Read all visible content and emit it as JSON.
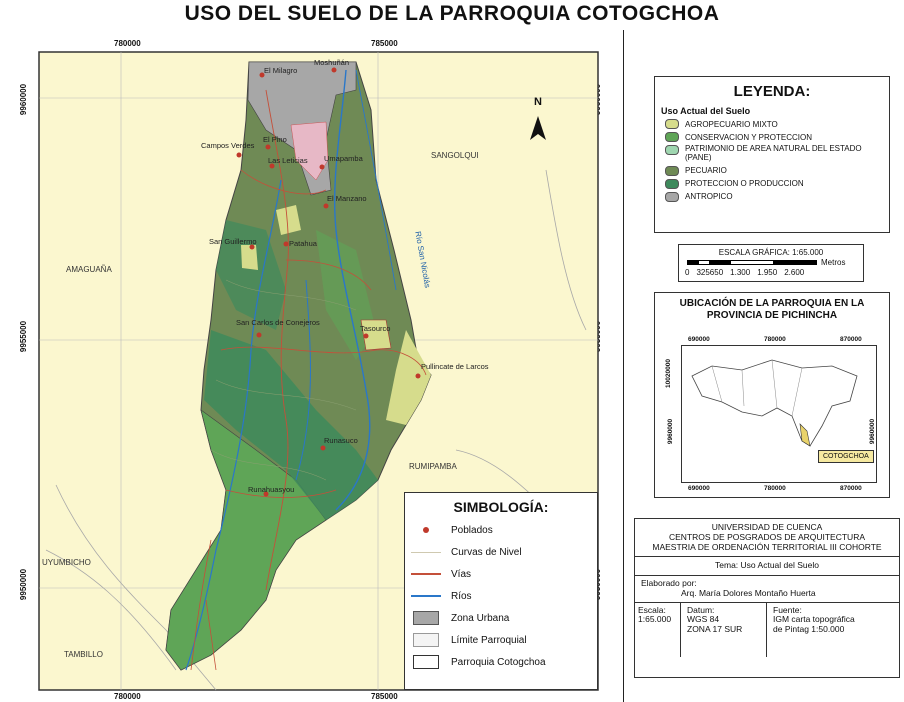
{
  "title": "USO DEL SUELO DE LA PARROQUIA COTOGCHOA",
  "map": {
    "x_ticks": [
      "780000",
      "785000"
    ],
    "y_ticks": [
      "9960000",
      "9955000",
      "9950000"
    ],
    "places": {
      "moshunan": "Moshuñán",
      "el_milagro": "El Milagro",
      "el_pino": "El Pino",
      "campos_verdes": "Campos Verdes",
      "las_leticias": "Las Leticias",
      "umapamba": "Umapamba",
      "el_manzano": "El Manzano",
      "san_guillermo": "San Guillermo",
      "patahua": "Patahua",
      "san_carlos": "San Carlos de Conejeros",
      "tasourco": "Tasourco",
      "pullincate": "Pullincate de Larcos",
      "runasuco": "Runasuco",
      "runahuasyou": "Runahuasyou"
    },
    "regions": {
      "sangolqui": "SANGOLQUI",
      "amaguana": "AMAGUAÑA",
      "rumipamba": "RUMIPAMBA",
      "uyumbicho": "UYUMBICHO",
      "tambillo": "TAMBILLO"
    },
    "river_label": "Río San Nicolás",
    "north_label": "N"
  },
  "simbologia": {
    "title": "SIMBOLOGÍA:",
    "items": [
      "Poblados",
      "Curvas de Nivel",
      "Vías",
      "Ríos",
      "Zona Urbana",
      "Límite Parroquial",
      "Parroquia Cotogchoa"
    ]
  },
  "leyenda": {
    "title": "LEYENDA:",
    "subtitle": "Uso Actual del Suelo",
    "items": [
      {
        "label": "AGROPECUARIO MIXTO",
        "color": "#d6dc8c"
      },
      {
        "label": "CONSERVACION Y PROTECCION",
        "color": "#5fa557"
      },
      {
        "label": "PATRIMONIO DE AREA NATURAL DEL ESTADO (PANE)",
        "color": "#9fd6b0"
      },
      {
        "label": "PECUARIO",
        "color": "#6f8a55"
      },
      {
        "label": "PROTECCION O PRODUCCION",
        "color": "#3e8a5c"
      },
      {
        "label": "ANTROPICO",
        "color": "#a7a7a7"
      }
    ]
  },
  "escala": {
    "title": "ESCALA GRÁFICA: 1:65.000",
    "unit": "Metros",
    "ticks": [
      "0",
      "325650",
      "1.300",
      "1.950",
      "2.600"
    ]
  },
  "ubicacion": {
    "title": "UBICACIÓN DE LA PARROQUIA EN LA PROVINCIA DE PICHINCHA",
    "x_ticks": [
      "690000",
      "780000",
      "870000"
    ],
    "y_ticks": [
      "10020000",
      "9960000"
    ],
    "label": "COTOGCHOA"
  },
  "credits": {
    "institution": [
      "UNIVERSIDAD DE CUENCA",
      "CENTROS DE POSGRADOS DE ARQUITECTURA",
      "MAESTRIA DE ORDENACIÓN TERRITORIAL III COHORTE"
    ],
    "tema": "Tema: Uso Actual del Suelo",
    "elaborado_label": "Elaborado por:",
    "author": "Arq. María Dolores Montaño Huerta",
    "escala_label": "Escala:",
    "escala_value": "1:65.000",
    "datum_label": "Datum:",
    "datum_value1": "WGS 84",
    "datum_value2": "ZONA 17 SUR",
    "fuente_label": "Fuente:",
    "fuente_value1": "IGM carta topográfica",
    "fuente_value2": "de Pintag 1:50.000"
  }
}
